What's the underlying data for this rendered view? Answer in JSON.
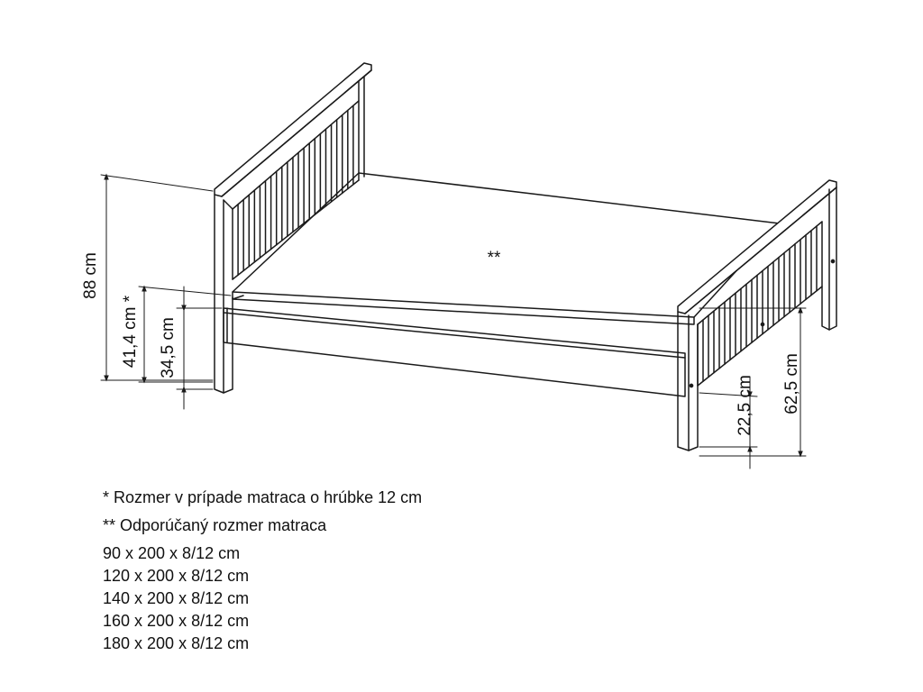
{
  "labels": {
    "height_headboard": "88 cm",
    "height_rail_top_mattress": "41,4 cm *",
    "height_rail_top": "34,5 cm",
    "height_rail_bottom": "22,5 cm",
    "height_footboard": "62,5 cm",
    "mattress_mark": "**"
  },
  "notes": {
    "note_1": "* Rozmer v prípade matraca o hrúbke 12 cm",
    "note_2": "** Odporúčaný rozmer matraca",
    "sizes": [
      "90 x 200 x 8/12 cm",
      "120 x 200 x 8/12 cm",
      "140 x 200 x 8/12 cm",
      "160 x 200 x 8/12 cm",
      "180 x 200 x 8/12 cm"
    ]
  },
  "colors": {
    "line": "#1a1a1a",
    "background": "#ffffff"
  }
}
